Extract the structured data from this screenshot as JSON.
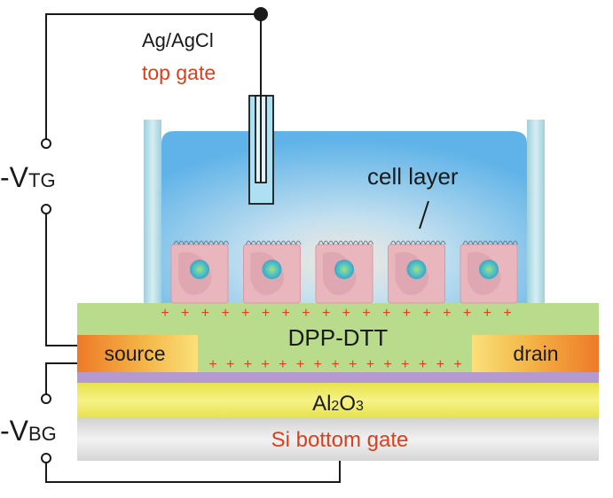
{
  "labels": {
    "electrode_name": "Ag/AgCl",
    "electrode_role": "top gate",
    "vtg_prefix": "-V",
    "vtg_sub": "TG",
    "vbg_prefix": "-V",
    "vbg_sub": "BG",
    "cell_layer": "cell layer",
    "channel": "DPP-DTT",
    "source": "source",
    "drain": "drain",
    "dielectric_main": "Al",
    "dielectric_sub1": "2",
    "dielectric_mid": "O",
    "dielectric_sub2": "3",
    "bottom_gate": "Si bottom gate",
    "plus": "+"
  },
  "colors": {
    "wire": "#1a1a1a",
    "accent_text": "#d8401f",
    "electrolyte": "#7fc4ec",
    "well_wall": "#b6dde6",
    "semiconductor": "#b8dc8c",
    "contacts": "#f0a030",
    "dielectric_top": "#b49ad0",
    "dielectric": "#f0ec6a",
    "substrate": "#e4e4e4",
    "cell_body": "#e8b6bc",
    "nucleus": "#59c1c9"
  },
  "cells": {
    "count": 5
  },
  "charges": {
    "upper_row_count": 18,
    "lower_row_count": 15
  }
}
